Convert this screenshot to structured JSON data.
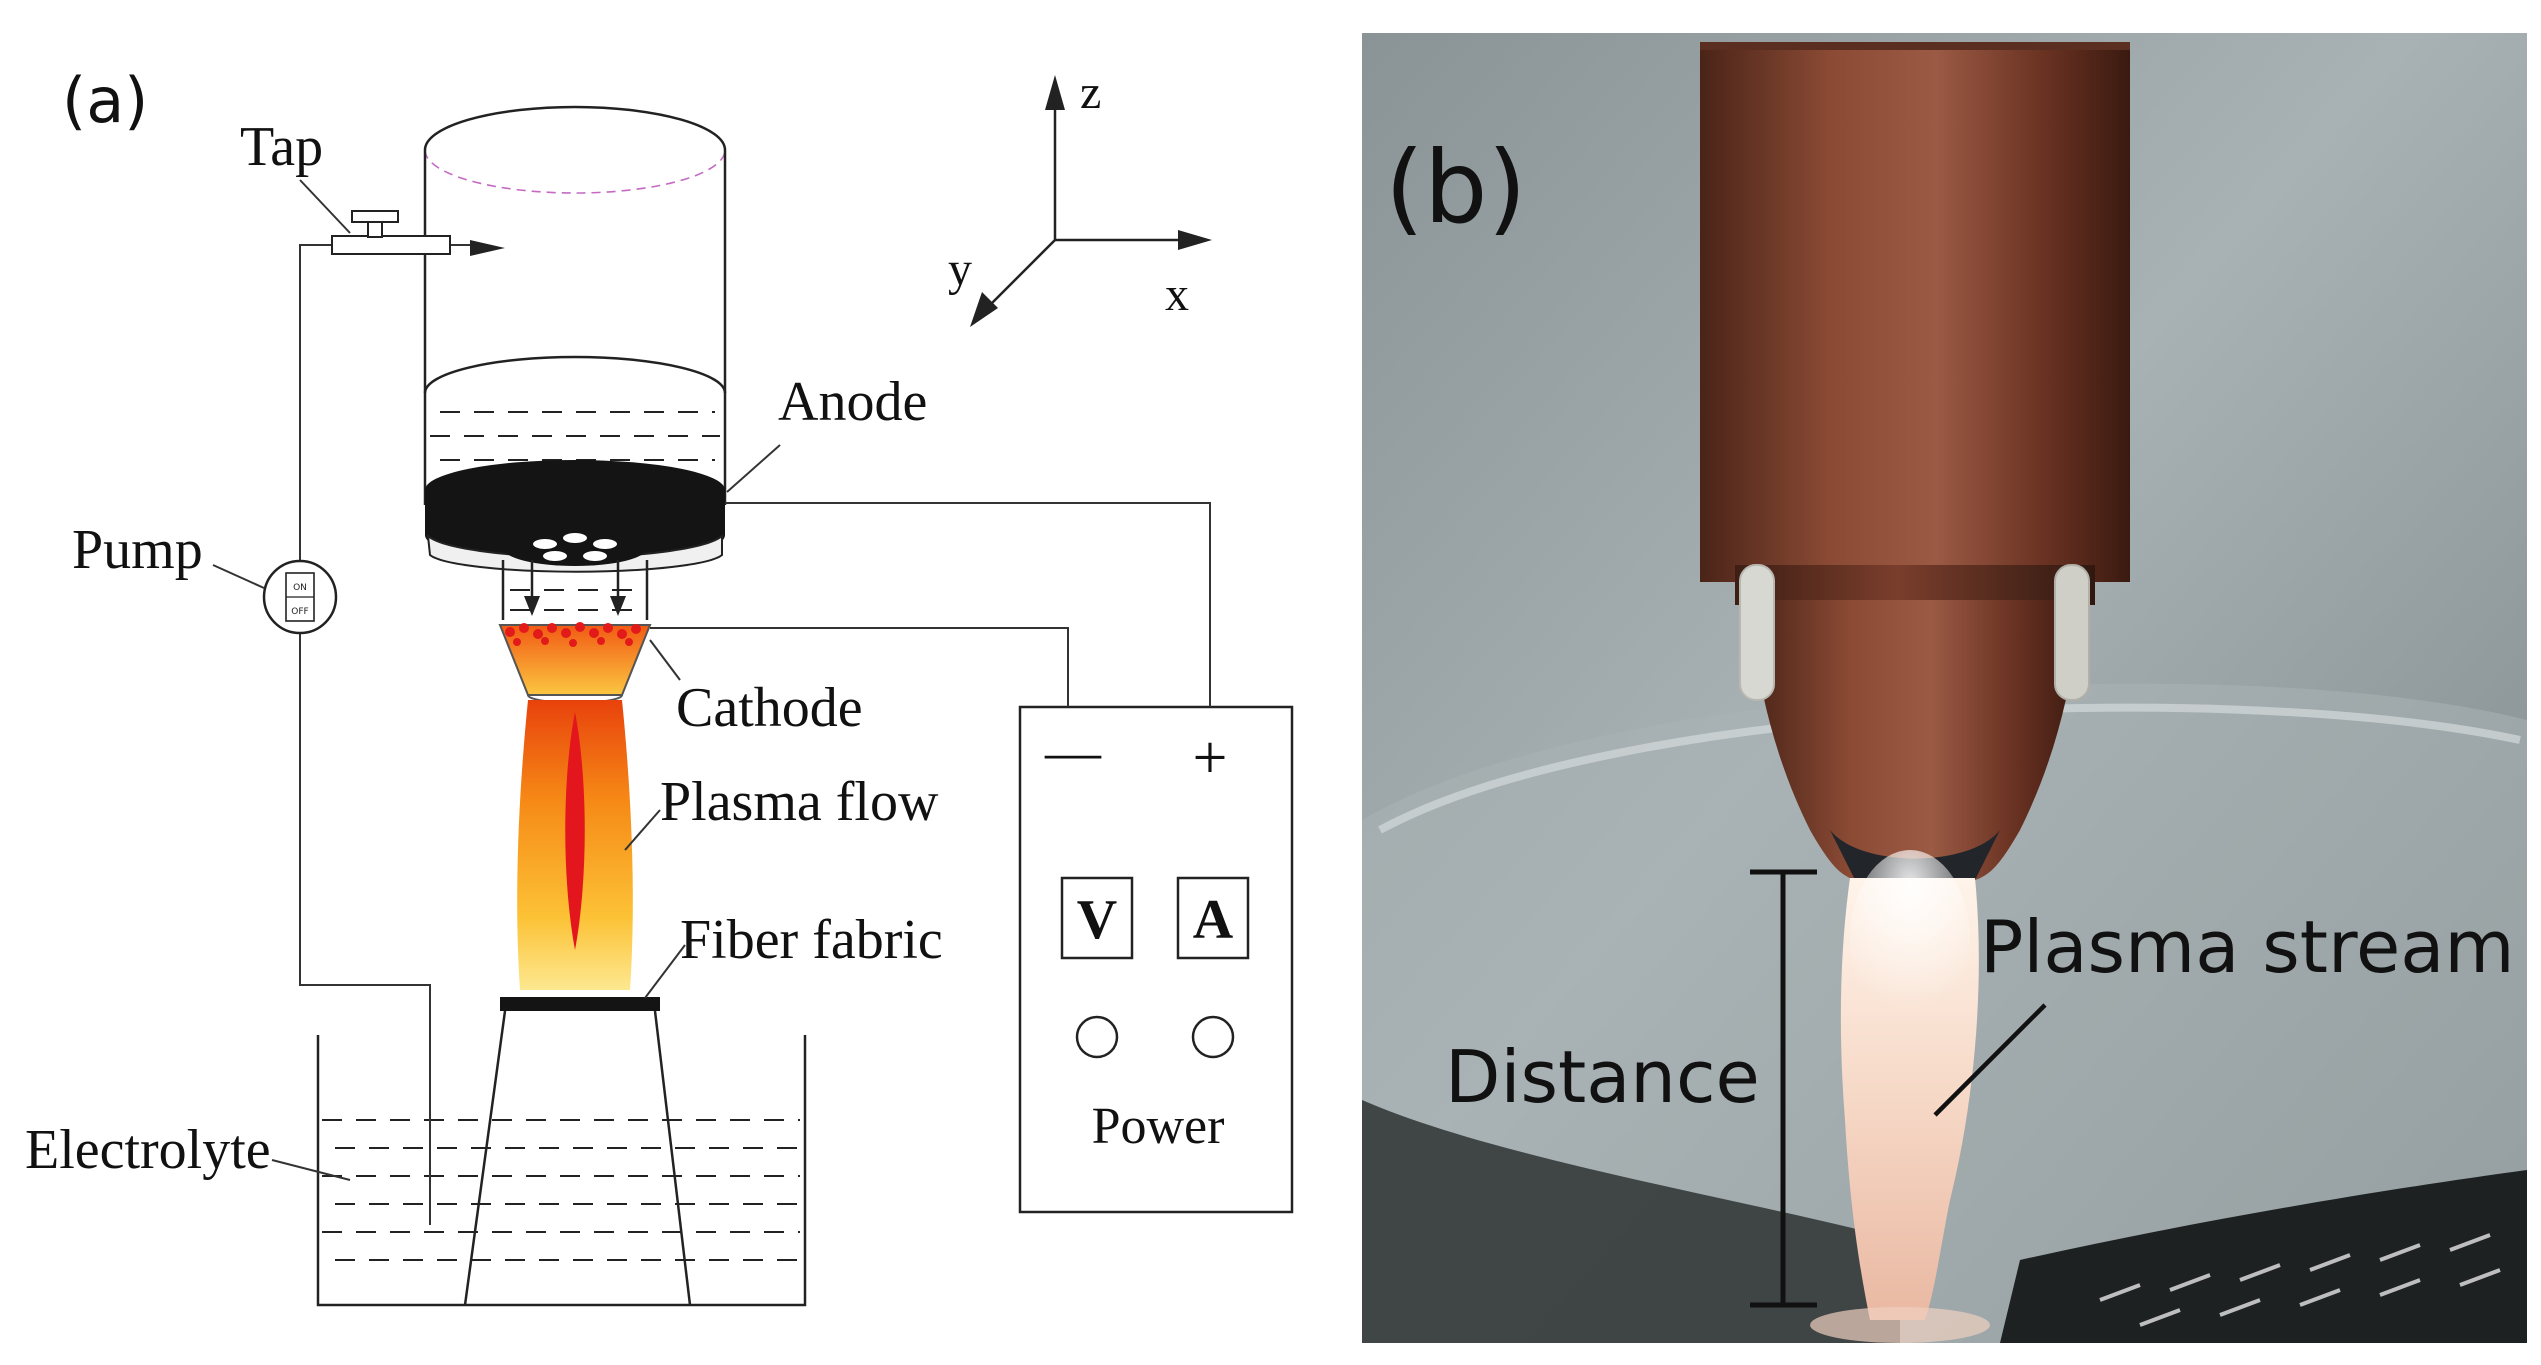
{
  "panel_a": {
    "label": "(a)",
    "axes": {
      "z": "z",
      "y": "y",
      "x": "x"
    },
    "labels": {
      "tap": "Tap",
      "anode": "Anode",
      "pump": "Pump",
      "cathode": "Cathode",
      "plasma_flow": "Plasma flow",
      "fiber_fabric": "Fiber fabric",
      "electrolyte": "Electrolyte",
      "power": "Power"
    },
    "switch": {
      "on": "ON",
      "off": "OFF"
    },
    "meters": {
      "voltmeter": "V",
      "ammeter": "A"
    },
    "terminals": {
      "negative": "—",
      "positive": "+"
    }
  },
  "panel_b": {
    "label": "(b)",
    "labels": {
      "plasma_stream": "Plasma stream",
      "distance": "Distance"
    }
  }
}
